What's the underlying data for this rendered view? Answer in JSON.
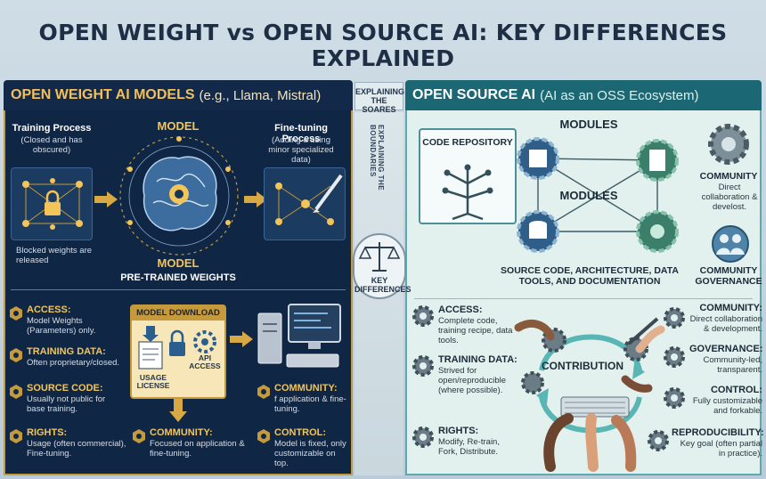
{
  "title": "OPEN WEIGHT vs OPEN SOURCE AI: KEY DIFFERENCES EXPLAINED",
  "left": {
    "header": "OPEN WEIGHT AI MODELS",
    "header_sub": "(e.g., Llama, Mistral)",
    "training_title": "Training Process",
    "training_sub": "(Closed and has obscured)",
    "training_caption": "Blocked weights are released",
    "model_top": "MODEL",
    "model_bottom": "MODEL",
    "pretrained": "PRE-TRAINED WEIGHTS",
    "finetune_title": "Fine-tuning Process",
    "finetune_sub": "(Adding a using minor specialized data)",
    "download_title": "MODEL DOWNLOAD",
    "usage_license": "USAGE LICENSE",
    "api_access": "API ACCESS",
    "access_title": "ACCESS:",
    "access_text": "Model Weights (Parameters) only.",
    "training_data_title": "TRAINING DATA:",
    "training_data_text": "Often proprietary/closed.",
    "source_code_title": "SOURCE CODE:",
    "source_code_text": "Usually not public for base training.",
    "rights_title": "RIGHTS:",
    "rights_text": "Usage (often commercial), Fine-tuning.",
    "community_mid_title": "COMMUNITY:",
    "community_mid_text": "Focused on application & fine-tuning.",
    "community_right_title": "COMMUNITY:",
    "community_right_text": "f application & fine-tuning.",
    "control_title": "CONTROL:",
    "control_text": "Model is fixed, only customizable on top."
  },
  "middle": {
    "header": "EXPLAINING THE SOARES",
    "vertical": "EXPLAINING THE BOUNDARIES",
    "key_diff": "KEY DIFFERENCES"
  },
  "right": {
    "header": "OPEN SOURCE AI",
    "header_sub": "(AI as an OSS Ecosystem)",
    "code_repo": "CODE REPOSITORY",
    "modules_top": "MODULES",
    "modules_mid": "MODULES",
    "source_code_caption": "SOURCE CODE, ARCHITECTURE, DATA TOOLS, AND DOCUMENTATION",
    "community_title": "COMMUNITY",
    "community_text": "Direct collaboration & develost.",
    "community_gov": "COMMUNITY GOVERNANCE",
    "access_title": "ACCESS:",
    "access_text": "Complete code, training recipe, data tools.",
    "training_data_title": "TRAINING DATA:",
    "training_data_text": "Strived for open/reproducible (where possible).",
    "rights_title": "RIGHTS:",
    "rights_text": "Modify, Re-train, Fork, Distribute.",
    "contribution": "CONTRIBUTION",
    "community2_title": "COMMUNITY:",
    "community2_text": "Direct collaboration & development.",
    "governance_title": "GOVERNANCE:",
    "governance_text": "Community-led, transparent.",
    "control_title": "CONTROL:",
    "control_text": "Fully customizable and forkable.",
    "repro_title": "REPRODUCIBILITY:",
    "repro_text": "Key goal (often partial in practice)."
  },
  "colors": {
    "navy": "#0f2644",
    "gold": "#c59a3c",
    "teal": "#1b6774",
    "mint": "#e3f1ee"
  }
}
